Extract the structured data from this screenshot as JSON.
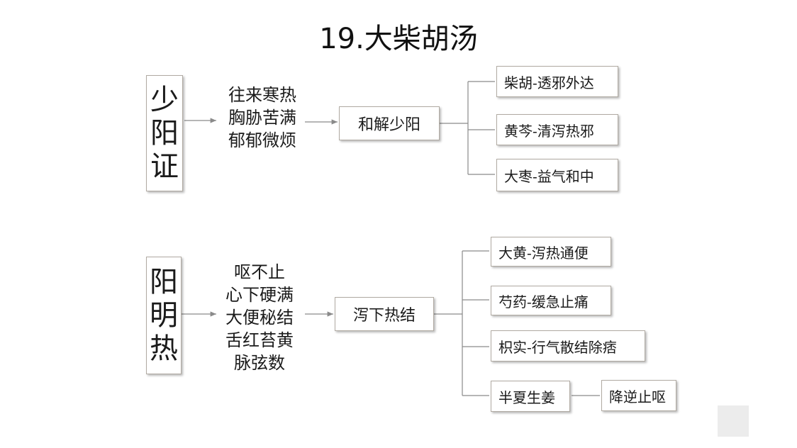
{
  "title": "19.大柴胡汤",
  "sections": [
    {
      "syndrome": [
        "少",
        "阳",
        "证"
      ],
      "symptoms": [
        "往来寒热",
        "胸胁苦满",
        "郁郁微烦"
      ],
      "method": "和解少阳",
      "herbs": [
        "柴胡-透邪外达",
        "黄芩-清泻热邪",
        "大枣-益气和中"
      ]
    },
    {
      "syndrome": [
        "阳",
        "明",
        "热"
      ],
      "symptoms": [
        "呕不止",
        "心下硬满",
        "大便秘结",
        "舌红苔黄",
        "脉弦数"
      ],
      "method": "泻下热结",
      "herbs": [
        "大黄-泻热通便",
        "芍药-缓急止痛",
        "枳实-行气散结除痞",
        "半夏生姜"
      ],
      "extra_effect": "降逆止呕"
    }
  ]
}
